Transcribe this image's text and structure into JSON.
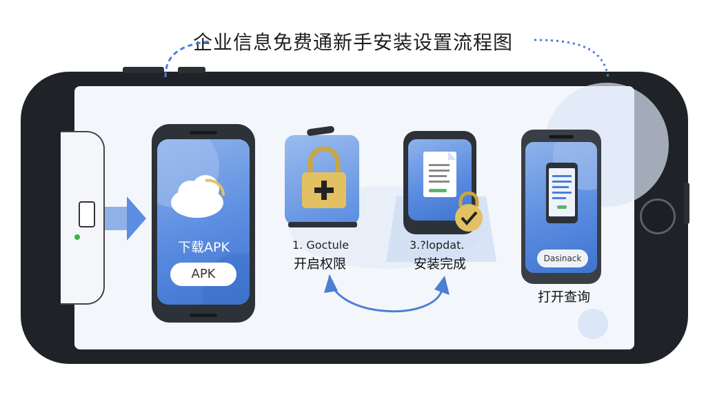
{
  "title": "企业信息免费通新手安装设置流程图",
  "steps": [
    {
      "label": "下载APK",
      "button": "APK"
    },
    {
      "label_top": "1. Goctule",
      "label": "开启权限"
    },
    {
      "label_top": "3.?lopdat.",
      "label": "安装完成"
    },
    {
      "button": "Dasinack",
      "label": "打开查询"
    }
  ],
  "colors": {
    "accent_blue": "#4a7fd4",
    "frame": "#1f2328",
    "lock_gold": "#e3c061",
    "check_green": "#5bb56a"
  },
  "icons": [
    "cloud-icon",
    "padlock-plus-icon",
    "document-icon",
    "padlock-check-icon",
    "arrow-right-icon",
    "cycle-arrow-icon"
  ]
}
